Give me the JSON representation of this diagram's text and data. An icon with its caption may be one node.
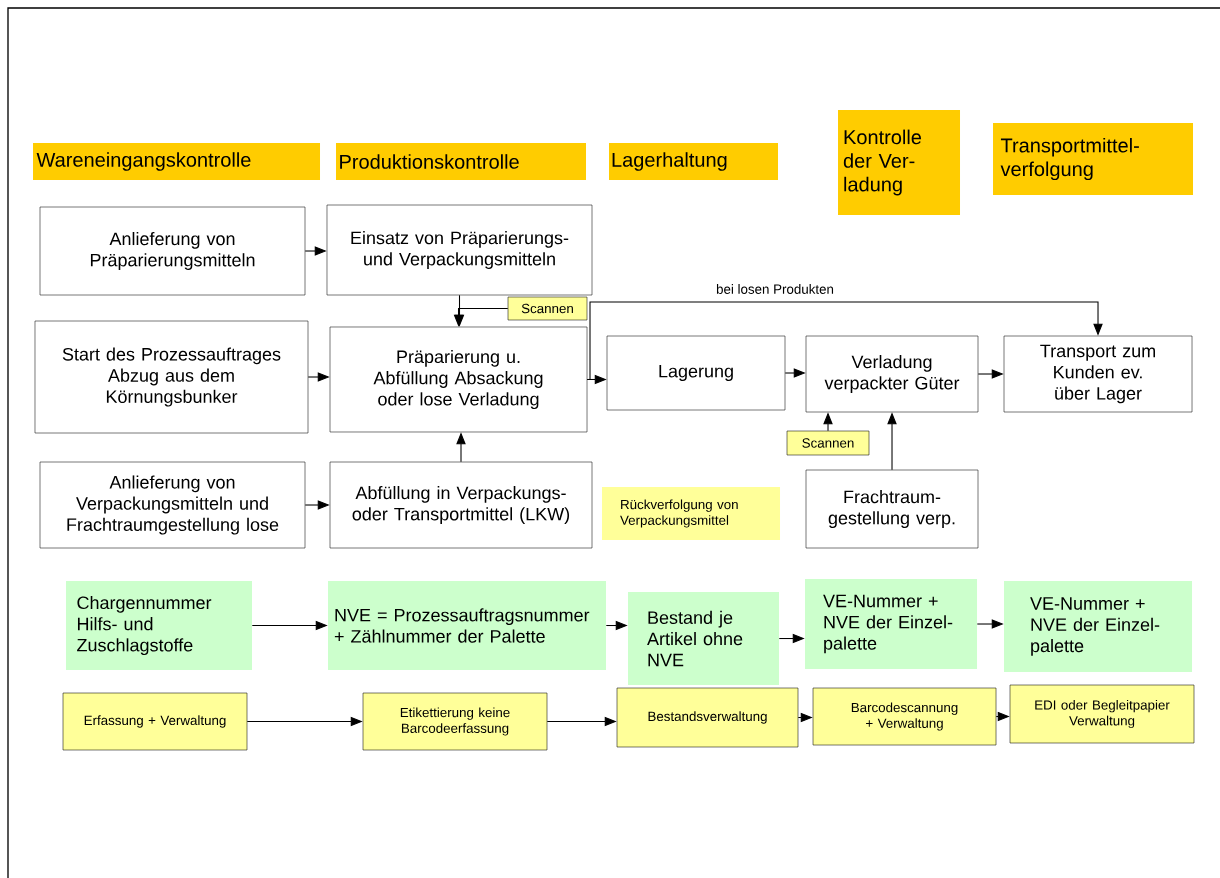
{
  "diagram": {
    "nodes": [
      {
        "text": [
          "Wareneingangskontrolle"
        ]
      },
      {
        "text": [
          "Produktionskontrolle"
        ]
      },
      {
        "text": [
          "Lagerhaltung"
        ]
      },
      {
        "text": [
          "Kontrolle der Ver- ladung"
        ]
      },
      {
        "text": [
          "Transportmittel- verfolgung"
        ]
      },
      {
        "text": [
          "Anlieferung von Präparierungsmitteln"
        ]
      },
      {
        "text": [
          "Einsatz von Präparierungs- und Verpackungsmitteln"
        ]
      },
      {
        "text": [
          "Scannen"
        ]
      },
      {
        "text": [
          "Start des Prozessauftrages Abzug aus dem Körnungsbunker"
        ]
      },
      {
        "text": [
          "Präparierung u. Abfüllung Absackung oder lose Verladung"
        ]
      },
      {
        "text": [
          "Lagerung"
        ]
      },
      {
        "text": [
          "Verladung verpackter Güter"
        ]
      },
      {
        "text": [
          "Transport zum Kunden ev. über Lager"
        ]
      },
      {
        "text": [
          "Scannen"
        ]
      },
      {
        "text": [
          "Anlieferung von Verpackungsmitteln und Frachtraumgestellung lose"
        ]
      },
      {
        "text": [
          "Abfüllung in Verpackungs- oder Transportmittel (LKW)"
        ]
      },
      {
        "text": [
          "Rückverfolgung von Verpackungsmittel"
        ]
      },
      {
        "text": [
          "Frachtraum- gestellung verp."
        ]
      },
      {
        "text": [
          "Chargennummer Hilfs- und Zuschlagstoffe"
        ]
      },
      {
        "text": [
          "NVE = Prozessauftragsnummer + Zählnummer der Palette"
        ]
      },
      {
        "text": [
          "Bestand je Artikel ohne NVE"
        ]
      },
      {
        "text": [
          "VE-Nummer + NVE der Einzel- palette"
        ]
      },
      {
        "text": [
          "VE-Nummer + NVE der Einzel- palette"
        ]
      },
      {
        "text": [
          "Erfassung + Verwaltung"
        ]
      },
      {
        "text": [
          "Etikettierung keine Barcodeerfassung"
        ]
      },
      {
        "text": [
          "Bestandsverwaltung"
        ]
      },
      {
        "text": [
          "Barcodescannung + Verwaltung"
        ]
      },
      {
        "text": [
          "EDI oder Begleitpapier Verwaltung"
        ]
      }
    ],
    "edges": [
      {
        "from": 5,
        "to": 6,
        "arrow": "to"
      },
      {
        "from": 6,
        "to": 9,
        "arrow": "to"
      },
      {
        "from": 7,
        "to": 9,
        "arrow": "to"
      },
      {
        "from": 8,
        "to": 9,
        "arrow": "to"
      },
      {
        "from": 14,
        "to": 15,
        "arrow": "to"
      },
      {
        "from": 15,
        "to": 9,
        "arrow": "to"
      },
      {
        "from": 9,
        "to": 10,
        "arrow": "to"
      },
      {
        "from": 9,
        "to": 12,
        "arrow": "to",
        "label": "bei losen Produkten"
      },
      {
        "from": 10,
        "to": 11,
        "arrow": "to"
      },
      {
        "from": 11,
        "to": 12,
        "arrow": "to"
      },
      {
        "from": 13,
        "to": 11,
        "arrow": "to"
      },
      {
        "from": 17,
        "to": 11,
        "arrow": "to"
      },
      {
        "from": 18,
        "to": 19,
        "arrow": "to"
      },
      {
        "from": 19,
        "to": 20,
        "arrow": "to"
      },
      {
        "from": 20,
        "to": 21,
        "arrow": "to"
      },
      {
        "from": 21,
        "to": 22,
        "arrow": "to"
      },
      {
        "from": 23,
        "to": 24,
        "arrow": "to"
      },
      {
        "from": 24,
        "to": 25,
        "arrow": "to"
      },
      {
        "from": 25,
        "to": 26,
        "arrow": "to"
      },
      {
        "from": 26,
        "to": 27,
        "arrow": "to"
      }
    ]
  }
}
